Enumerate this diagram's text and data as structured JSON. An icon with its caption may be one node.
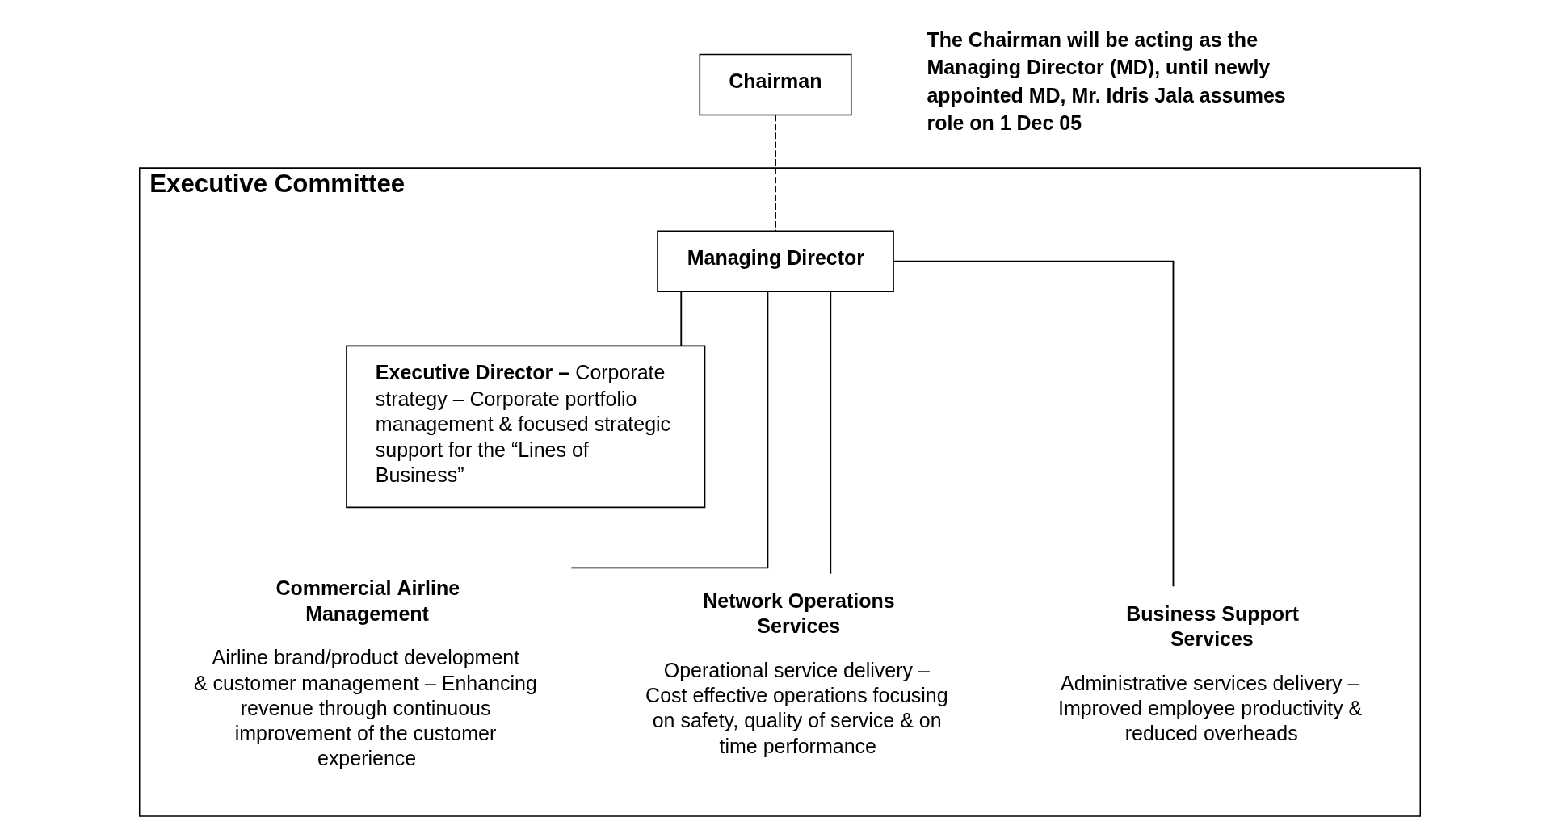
{
  "diagram": {
    "nodes": [
      {
        "text": [
          "Chairman"
        ]
      },
      {
        "text": [
          "Executive Committee"
        ]
      },
      {
        "text": [
          "Managing Director"
        ],
        "in": 1
      },
      {
        "text": [
          "**Executive Director –** Corporate strategy – Corporate portfolio management & focused strategic support for the “Lines of Business”"
        ],
        "in": 1
      },
      {
        "text": [
          "Commercial Airline Management",
          "Airline brand/product development & customer management – Enhancing revenue through continuous improvement of the customer experience"
        ],
        "in": 1
      },
      {
        "text": [
          "Network Operations Services",
          "Operational service delivery – Cost effective operations focusing on safety, quality of service & on time performance"
        ],
        "in": 1
      },
      {
        "text": [
          "Business Support Services",
          "Administrative services delivery – Improved employee productivity & reduced overheads"
        ],
        "in": 1
      }
    ],
    "edges": [
      {
        "from": 0,
        "to": 2,
        "arrow": "none",
        "style": "dashed"
      },
      {
        "from": 2,
        "to": 3,
        "arrow": "none"
      },
      {
        "from": 2,
        "to": 4,
        "arrow": "none"
      },
      {
        "from": 2,
        "to": 5,
        "arrow": "none"
      },
      {
        "from": 2,
        "to": 6,
        "arrow": "none"
      }
    ],
    "labels": [
      "The Chairman will be acting as the Managing Director (MD), until newly appointed MD, Mr. Idris Jala assumes role on 1 Dec 05"
    ]
  }
}
